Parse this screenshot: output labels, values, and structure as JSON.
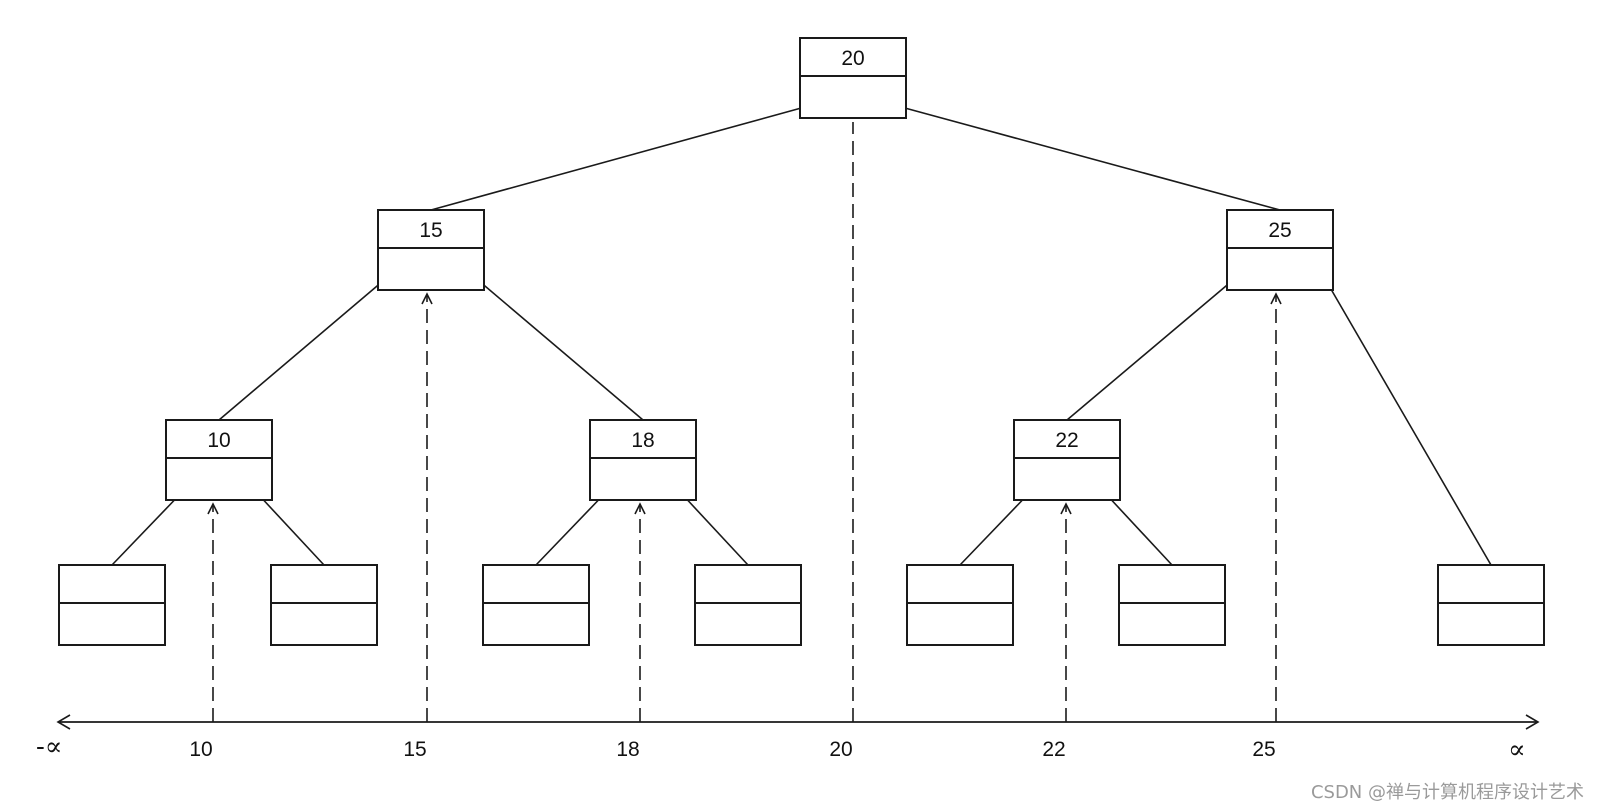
{
  "nodes": [
    {
      "id": "n20",
      "key": "20"
    },
    {
      "id": "n15",
      "key": "15"
    },
    {
      "id": "n25",
      "key": "25"
    },
    {
      "id": "n10",
      "key": "10"
    },
    {
      "id": "n18",
      "key": "18"
    },
    {
      "id": "n22",
      "key": "22"
    },
    {
      "id": "l1",
      "key": ""
    },
    {
      "id": "l2",
      "key": ""
    },
    {
      "id": "l3",
      "key": ""
    },
    {
      "id": "l4",
      "key": ""
    },
    {
      "id": "l5",
      "key": ""
    },
    {
      "id": "l6",
      "key": ""
    },
    {
      "id": "l7",
      "key": ""
    }
  ],
  "edges": [
    [
      "n20",
      "n15"
    ],
    [
      "n20",
      "n25"
    ],
    [
      "n15",
      "n10"
    ],
    [
      "n15",
      "n18"
    ],
    [
      "n25",
      "n22"
    ],
    [
      "n25",
      "l7"
    ],
    [
      "n10",
      "l1"
    ],
    [
      "n10",
      "l2"
    ],
    [
      "n18",
      "l3"
    ],
    [
      "n18",
      "l4"
    ],
    [
      "n22",
      "l5"
    ],
    [
      "n22",
      "l6"
    ]
  ],
  "axis": {
    "left_label": "-∝",
    "right_label": "∝",
    "ticks": [
      "10",
      "15",
      "18",
      "20",
      "22",
      "25"
    ]
  },
  "watermark": "CSDN @禅与计算机程序设计艺术"
}
